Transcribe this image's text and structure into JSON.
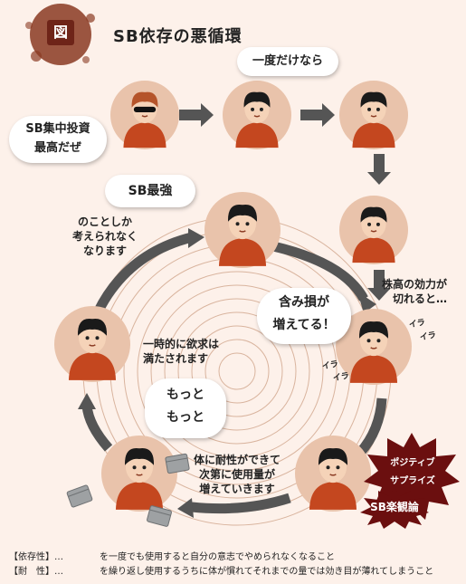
{
  "badge": "図",
  "title": "SB依存の悪循環",
  "bubbles": {
    "b1_line1": "SB集中投資",
    "b1_line2": "最高だぜ",
    "b2": "一度だけなら",
    "b3": "SB最強",
    "b4_line1": "含み損が",
    "b4_line2": "増えてる！",
    "b5_line1": "もっと",
    "b5_line2": "もっと"
  },
  "labels": {
    "cant_think_1": "のことしか",
    "cant_think_2": "考えられなく",
    "cant_think_3": "なります",
    "kabudaka_1": "株高の効力が",
    "kabudaka_2": "切れると…",
    "satisfied_1": "一時的に欲求は",
    "satisfied_2": "満たされます",
    "tolerance_1": "体に耐性ができて",
    "tolerance_2": "次第に使用量が",
    "tolerance_3": "増えていきます",
    "ira": "イラ"
  },
  "starburst": {
    "line1": "ポジティブ",
    "line2": "サプライズ",
    "label": "SB楽観論"
  },
  "legend": [
    {
      "term": "【依存性】…",
      "desc": "を一度でも使用すると自分の意志でやめられなくなること"
    },
    {
      "term": "【耐　性】…",
      "desc": "を繰り返し使用するうちに体が慣れてそれまでの量では効き目が薄れてしまうこと"
    }
  ],
  "colors": {
    "shirt": "#c4471f",
    "skin": "#f5d3b8",
    "hair": "#1a1a1a",
    "circle_bg": "#e9c3ab",
    "arrow": "#555555",
    "badge_bg": "#6e2418",
    "starburst": "#6b0f0f"
  },
  "icons": [
    "person-icon",
    "drug-packet-icon",
    "starburst-icon",
    "arrow-icon"
  ]
}
